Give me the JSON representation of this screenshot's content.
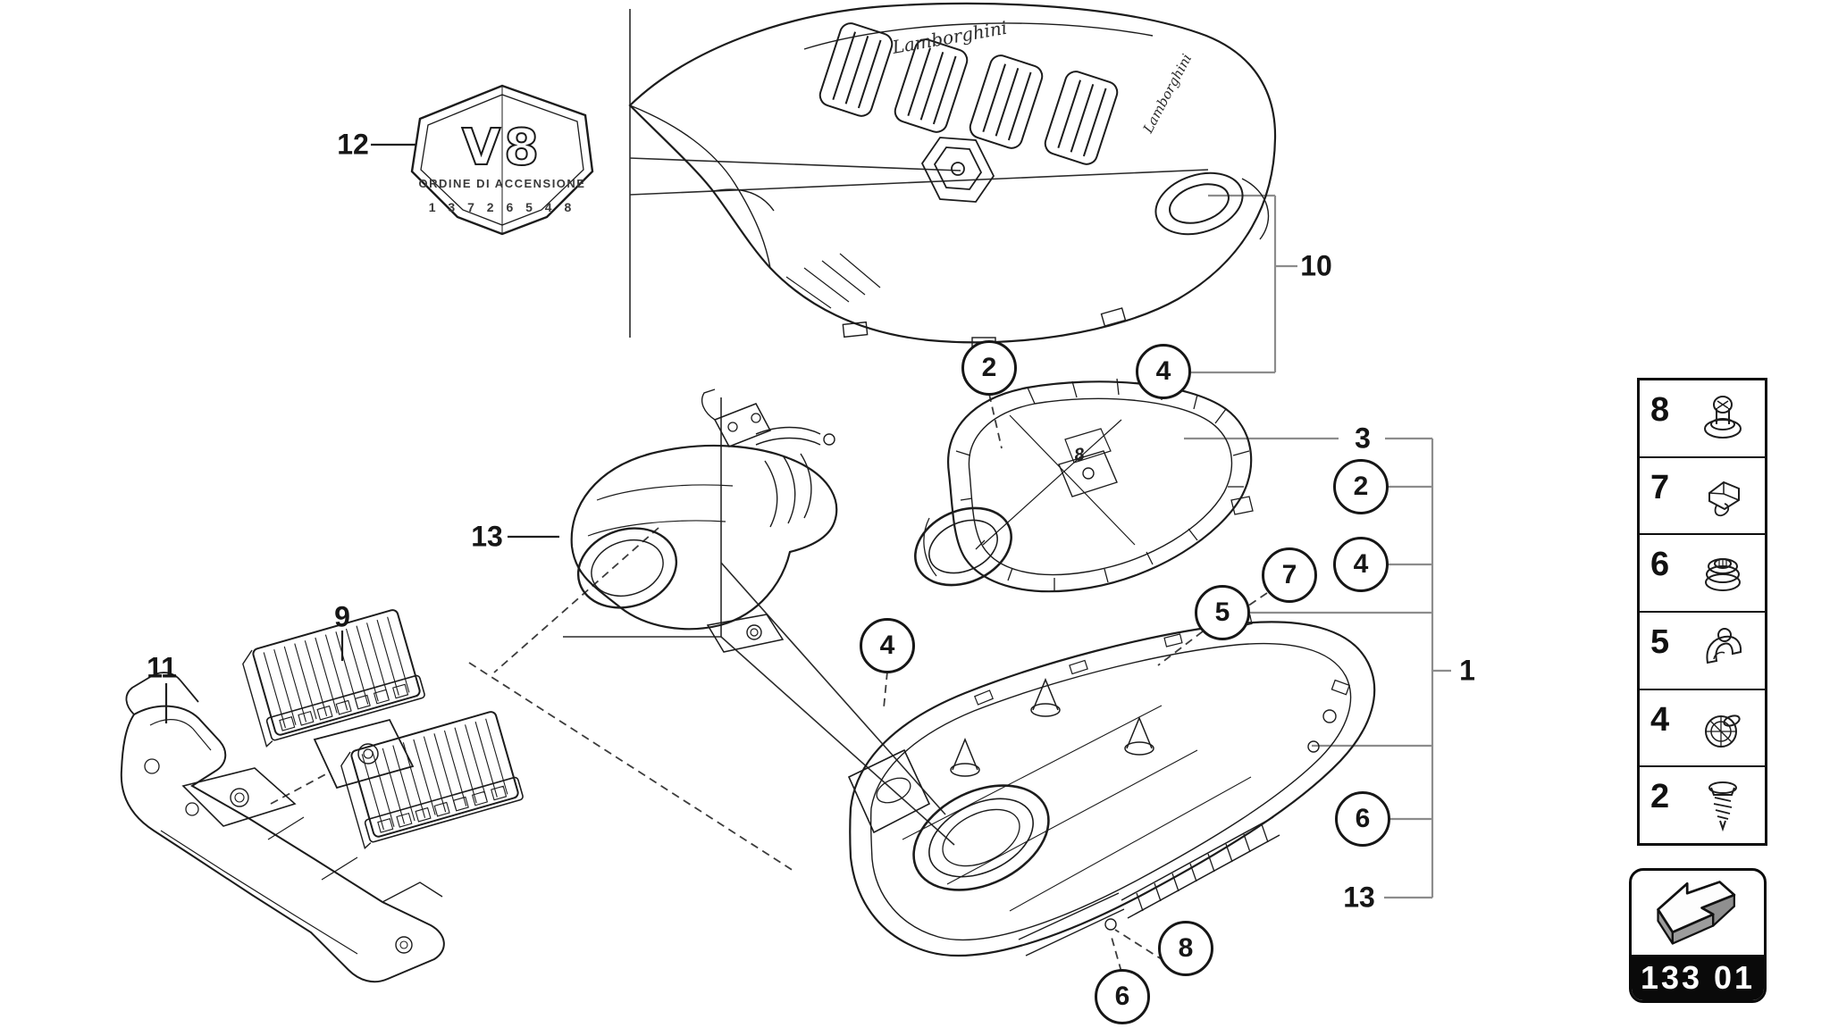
{
  "diagram": {
    "title_hint": "air-filter-with-connecting-parts",
    "badge": {
      "model": "V8",
      "subtitle": "ORDINE DI ACCENSIONE",
      "firing_order": "1 3 7 2 6 5 4 8"
    },
    "cover_scripts": {
      "top": "Lamborghini",
      "side": "Lamborghini"
    },
    "emboss_mark": "8",
    "callouts_circled": [
      {
        "label": "2"
      },
      {
        "label": "4"
      },
      {
        "label": "7"
      },
      {
        "label": "2"
      },
      {
        "label": "4"
      },
      {
        "label": "5"
      },
      {
        "label": "4"
      },
      {
        "label": "6"
      },
      {
        "label": "8"
      },
      {
        "label": "6"
      }
    ],
    "callouts_plain": [
      {
        "label": "12"
      },
      {
        "label": "13"
      },
      {
        "label": "9"
      },
      {
        "label": "11"
      },
      {
        "label": "10"
      },
      {
        "label": "3"
      },
      {
        "label": "1"
      },
      {
        "label": "13"
      }
    ]
  },
  "legend": {
    "items": [
      {
        "number": "8",
        "icon": "expansion-rivet-icon"
      },
      {
        "number": "7",
        "icon": "retaining-clip-icon"
      },
      {
        "number": "6",
        "icon": "rubber-grommet-icon"
      },
      {
        "number": "5",
        "icon": "spring-clamp-icon"
      },
      {
        "number": "4",
        "icon": "snap-retainer-icon"
      },
      {
        "number": "2",
        "icon": "self-tapping-screw-icon"
      }
    ]
  },
  "footer": {
    "page_code": "133 01",
    "arrow_icon": "back-reference-arrow-3d-icon"
  }
}
